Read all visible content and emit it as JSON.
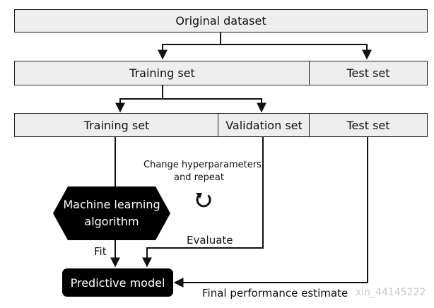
{
  "row1": {
    "original": "Original dataset"
  },
  "row2": {
    "training": "Training set",
    "test": "Test set"
  },
  "row3": {
    "training": "Training set",
    "validation": "Validation set",
    "test": "Test set"
  },
  "hint": {
    "line1": "Change hyperparameters",
    "line2": "and repeat",
    "icon": "refresh-icon"
  },
  "algorithm": {
    "line1": "Machine learning",
    "line2": "algorithm"
  },
  "model": "Predictive model",
  "edges": {
    "fit": "Fit",
    "evaluate": "Evaluate",
    "final": "Final performance estimate"
  },
  "watermark": "xin_44145222",
  "colors": {
    "box_fill": "#eeeeee",
    "stroke": "#222222",
    "node_fill": "#000000",
    "node_text": "#ffffff"
  }
}
